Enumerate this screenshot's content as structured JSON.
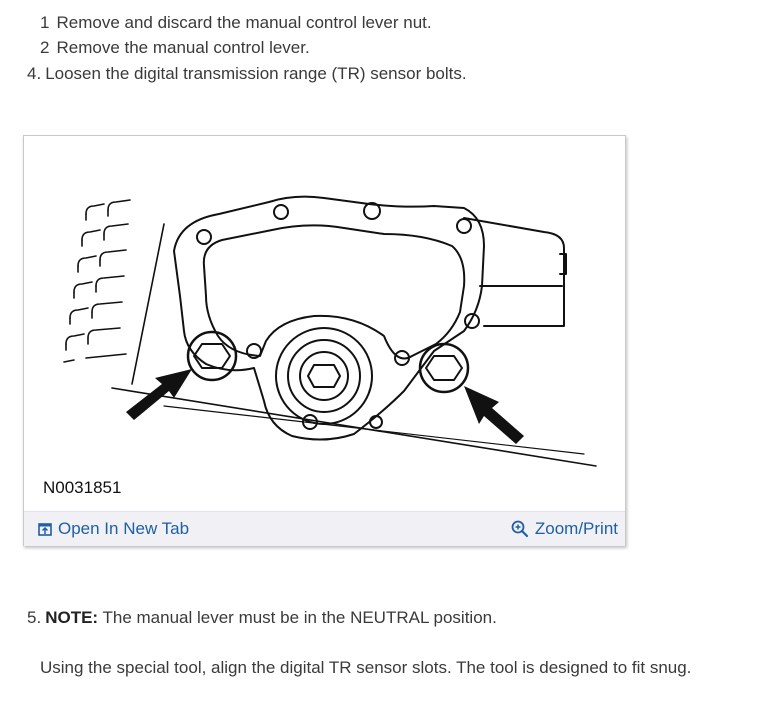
{
  "steps": {
    "step1": {
      "num": "1",
      "text": "Remove and discard the manual control lever nut."
    },
    "step2": {
      "num": "2",
      "text": "Remove the manual control lever."
    },
    "step4": {
      "num": "4.",
      "text": "Loosen the digital transmission range (TR) sensor bolts."
    },
    "step5": {
      "num": "5.",
      "note_label": "NOTE:",
      "text": "The manual lever must be in the NEUTRAL position."
    },
    "step5_detail": "Using the special tool, align the digital TR sensor slots. The tool is designed to fit snug."
  },
  "figure": {
    "code": "N0031851",
    "open_tab_label": "Open In New Tab",
    "zoom_label": "Zoom/Print",
    "link_color": "#1f5fa5",
    "icons": [
      "open-in-new-tab-icon",
      "zoom-icon"
    ]
  }
}
